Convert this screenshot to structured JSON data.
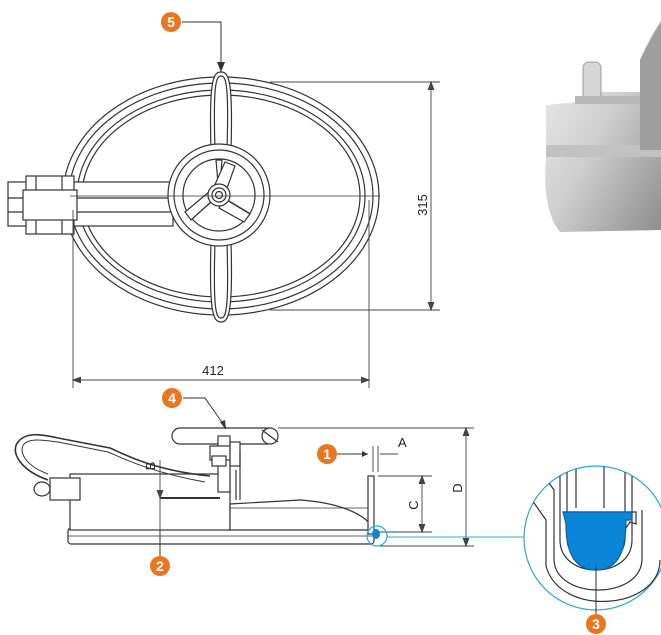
{
  "dimensions": {
    "width_label": "412",
    "height_label": "315",
    "a_label": "A",
    "b_label": "B",
    "c_label": "C",
    "d_label": "D"
  },
  "callouts": [
    "1",
    "2",
    "3",
    "4",
    "5"
  ],
  "colors": {
    "callout": "#e87722",
    "line": "#333333",
    "dim_line": "#444444",
    "leader": "#29a8d8",
    "gasket": "#0a86d8"
  }
}
